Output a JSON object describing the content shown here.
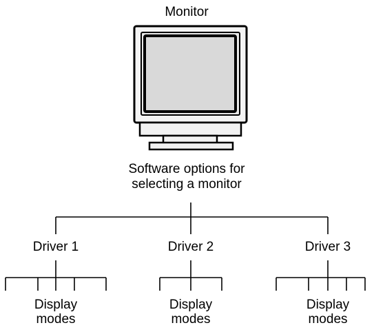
{
  "title": "Monitor",
  "caption": [
    "Software options for",
    "selecting a monitor"
  ],
  "drivers": [
    {
      "label": "Driver 1",
      "modes": [
        "Display",
        "modes"
      ]
    },
    {
      "label": "Driver 2",
      "modes": [
        "Display",
        "modes"
      ]
    },
    {
      "label": "Driver 3",
      "modes": [
        "Display",
        "modes"
      ]
    }
  ],
  "icons": {
    "monitor": "crt-monitor-icon"
  }
}
